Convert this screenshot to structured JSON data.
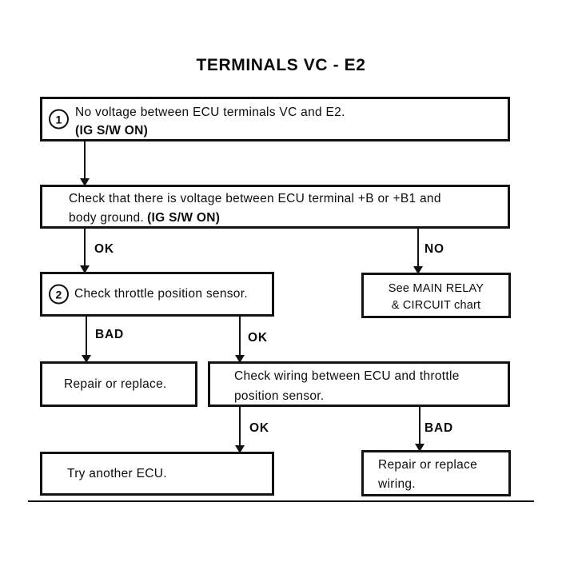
{
  "page": {
    "title": "TERMINALS VC - E2"
  },
  "flowchart": {
    "step1": {
      "number": "1",
      "line1": "No voltage between ECU terminals VC and E2.",
      "line2": "(IG S/W ON)"
    },
    "step2": {
      "line1": "Check that there is voltage between ECU terminal +B or +B1 and",
      "line2_text": "body ground.",
      "line2_emphasis": "(IG S/W ON)"
    },
    "branches": {
      "ok1": "OK",
      "no1": "NO",
      "bad1": "BAD",
      "ok2": "OK",
      "ok3": "OK",
      "bad2": "BAD"
    },
    "step3": {
      "number": "2",
      "text": "Check throttle position sensor."
    },
    "see_main_relay": {
      "line1": "See MAIN RELAY",
      "line2": "& CIRCUIT chart"
    },
    "repair_replace": {
      "text": "Repair or replace."
    },
    "check_wiring": {
      "line1": "Check wiring between ECU and throttle",
      "line2": "position sensor."
    },
    "try_ecu": {
      "text": "Try another ECU."
    },
    "repair_wiring": {
      "line1": "Repair or replace",
      "line2": "wiring."
    }
  },
  "colors": {
    "ink": "#121212",
    "background": "#ffffff"
  }
}
